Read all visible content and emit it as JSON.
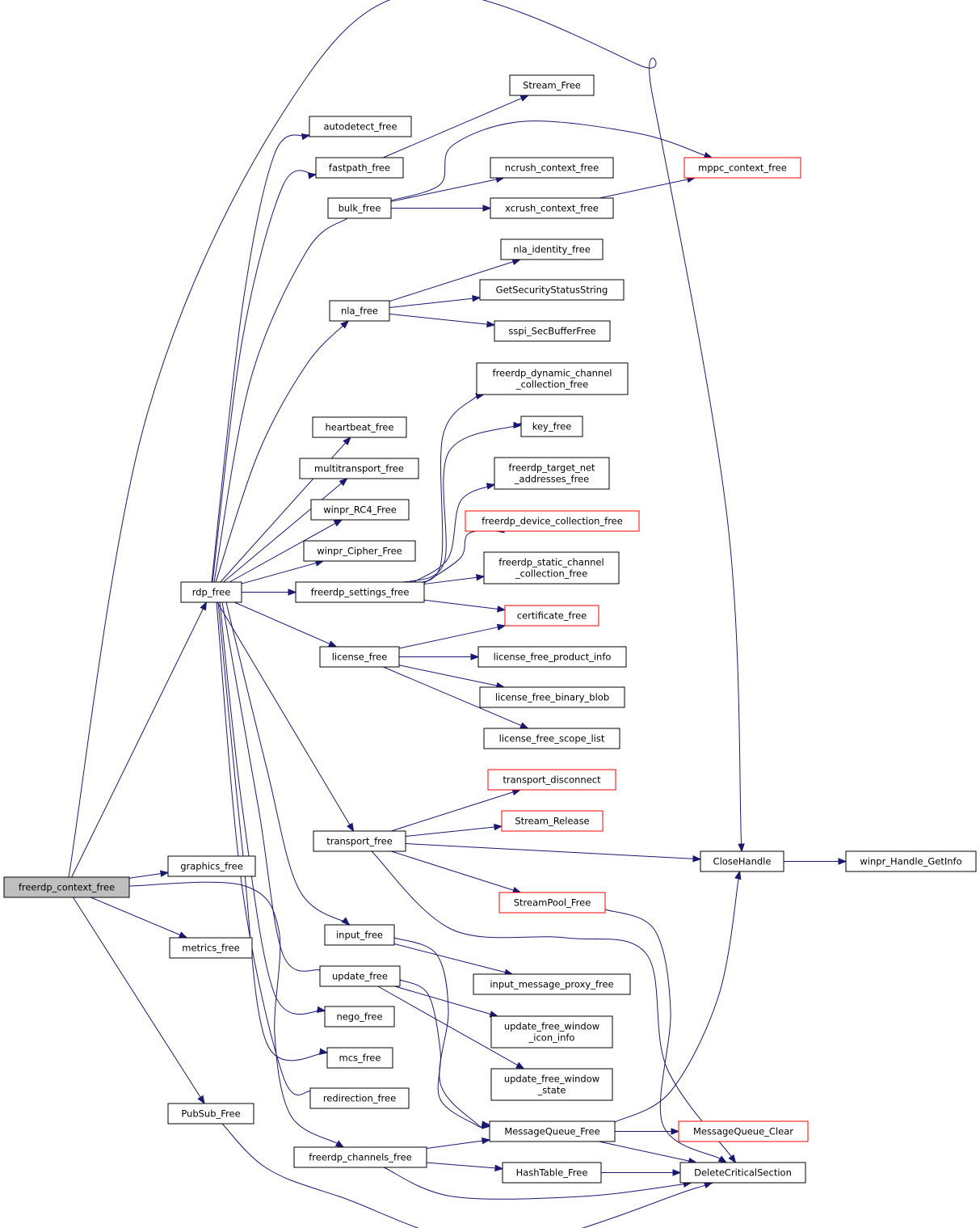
{
  "diagram": {
    "colors": {
      "edge": "#191970",
      "border": "#000000",
      "incomplete_border": "#ff0000",
      "root_fill": "#bfbfbf"
    },
    "nodes": [
      {
        "id": "freerdp_context_free",
        "lines": [
          "freerdp_context_free"
        ],
        "style": "root"
      },
      {
        "id": "rdp_free",
        "lines": [
          "rdp_free"
        ]
      },
      {
        "id": "graphics_free",
        "lines": [
          "graphics_free"
        ]
      },
      {
        "id": "metrics_free",
        "lines": [
          "metrics_free"
        ]
      },
      {
        "id": "PubSub_Free",
        "lines": [
          "PubSub_Free"
        ]
      },
      {
        "id": "autodetect_free",
        "lines": [
          "autodetect_free"
        ]
      },
      {
        "id": "fastpath_free",
        "lines": [
          "fastpath_free"
        ]
      },
      {
        "id": "bulk_free",
        "lines": [
          "bulk_free"
        ]
      },
      {
        "id": "nla_free",
        "lines": [
          "nla_free"
        ]
      },
      {
        "id": "heartbeat_free",
        "lines": [
          "heartbeat_free"
        ]
      },
      {
        "id": "multitransport_free",
        "lines": [
          "multitransport_free"
        ]
      },
      {
        "id": "winpr_RC4_Free",
        "lines": [
          "winpr_RC4_Free"
        ]
      },
      {
        "id": "winpr_Cipher_Free",
        "lines": [
          "winpr_Cipher_Free"
        ]
      },
      {
        "id": "freerdp_settings_free",
        "lines": [
          "freerdp_settings_free"
        ]
      },
      {
        "id": "license_free",
        "lines": [
          "license_free"
        ]
      },
      {
        "id": "transport_free",
        "lines": [
          "transport_free"
        ]
      },
      {
        "id": "input_free",
        "lines": [
          "input_free"
        ]
      },
      {
        "id": "update_free",
        "lines": [
          "update_free"
        ]
      },
      {
        "id": "nego_free",
        "lines": [
          "nego_free"
        ]
      },
      {
        "id": "mcs_free",
        "lines": [
          "mcs_free"
        ]
      },
      {
        "id": "redirection_free",
        "lines": [
          "redirection_free"
        ]
      },
      {
        "id": "freerdp_channels_free",
        "lines": [
          "freerdp_channels_free"
        ]
      },
      {
        "id": "Stream_Free",
        "lines": [
          "Stream_Free"
        ]
      },
      {
        "id": "ncrush_context_free",
        "lines": [
          "ncrush_context_free"
        ]
      },
      {
        "id": "xcrush_context_free",
        "lines": [
          "xcrush_context_free"
        ]
      },
      {
        "id": "mppc_context_free",
        "lines": [
          "mppc_context_free"
        ],
        "style": "red"
      },
      {
        "id": "nla_identity_free",
        "lines": [
          "nla_identity_free"
        ]
      },
      {
        "id": "GetSecurityStatusString",
        "lines": [
          "GetSecurityStatusString"
        ]
      },
      {
        "id": "sspi_SecBufferFree",
        "lines": [
          "sspi_SecBufferFree"
        ]
      },
      {
        "id": "freerdp_dynamic_channel_collection_free",
        "lines": [
          "freerdp_dynamic_channel",
          "_collection_free"
        ]
      },
      {
        "id": "key_free",
        "lines": [
          "key_free"
        ]
      },
      {
        "id": "freerdp_target_net_addresses_free",
        "lines": [
          "freerdp_target_net",
          "_addresses_free"
        ]
      },
      {
        "id": "freerdp_device_collection_free",
        "lines": [
          "freerdp_device_collection_free"
        ],
        "style": "red"
      },
      {
        "id": "freerdp_static_channel_collection_free",
        "lines": [
          "freerdp_static_channel",
          "_collection_free"
        ]
      },
      {
        "id": "certificate_free",
        "lines": [
          "certificate_free"
        ],
        "style": "red"
      },
      {
        "id": "license_free_product_info",
        "lines": [
          "license_free_product_info"
        ]
      },
      {
        "id": "license_free_binary_blob",
        "lines": [
          "license_free_binary_blob"
        ]
      },
      {
        "id": "license_free_scope_list",
        "lines": [
          "license_free_scope_list"
        ]
      },
      {
        "id": "transport_disconnect",
        "lines": [
          "transport_disconnect"
        ],
        "style": "red"
      },
      {
        "id": "Stream_Release",
        "lines": [
          "Stream_Release"
        ],
        "style": "red"
      },
      {
        "id": "StreamPool_Free",
        "lines": [
          "StreamPool_Free"
        ],
        "style": "red"
      },
      {
        "id": "input_message_proxy_free",
        "lines": [
          "input_message_proxy_free"
        ]
      },
      {
        "id": "update_free_window_icon_info",
        "lines": [
          "update_free_window",
          "_icon_info"
        ]
      },
      {
        "id": "update_free_window_state",
        "lines": [
          "update_free_window",
          "_state"
        ]
      },
      {
        "id": "MessageQueue_Free",
        "lines": [
          "MessageQueue_Free"
        ]
      },
      {
        "id": "HashTable_Free",
        "lines": [
          "HashTable_Free"
        ]
      },
      {
        "id": "CloseHandle",
        "lines": [
          "CloseHandle"
        ]
      },
      {
        "id": "winpr_Handle_GetInfo",
        "lines": [
          "winpr_Handle_GetInfo"
        ]
      },
      {
        "id": "MessageQueue_Clear",
        "lines": [
          "MessageQueue_Clear"
        ],
        "style": "red"
      },
      {
        "id": "DeleteCriticalSection",
        "lines": [
          "DeleteCriticalSection"
        ]
      }
    ],
    "edges": [
      [
        "freerdp_context_free",
        "rdp_free"
      ],
      [
        "freerdp_context_free",
        "graphics_free"
      ],
      [
        "freerdp_context_free",
        "metrics_free"
      ],
      [
        "freerdp_context_free",
        "PubSub_Free"
      ],
      [
        "freerdp_context_free",
        "CloseHandle"
      ],
      [
        "freerdp_context_free",
        "freerdp_channels_free"
      ],
      [
        "rdp_free",
        "autodetect_free"
      ],
      [
        "rdp_free",
        "fastpath_free"
      ],
      [
        "rdp_free",
        "bulk_free"
      ],
      [
        "rdp_free",
        "nla_free"
      ],
      [
        "rdp_free",
        "heartbeat_free"
      ],
      [
        "rdp_free",
        "multitransport_free"
      ],
      [
        "rdp_free",
        "winpr_RC4_Free"
      ],
      [
        "rdp_free",
        "winpr_Cipher_Free"
      ],
      [
        "rdp_free",
        "freerdp_settings_free"
      ],
      [
        "rdp_free",
        "license_free"
      ],
      [
        "rdp_free",
        "transport_free"
      ],
      [
        "rdp_free",
        "input_free"
      ],
      [
        "rdp_free",
        "update_free"
      ],
      [
        "rdp_free",
        "nego_free"
      ],
      [
        "rdp_free",
        "mcs_free"
      ],
      [
        "rdp_free",
        "redirection_free"
      ],
      [
        "fastpath_free",
        "Stream_Free"
      ],
      [
        "bulk_free",
        "mppc_context_free"
      ],
      [
        "bulk_free",
        "ncrush_context_free"
      ],
      [
        "bulk_free",
        "xcrush_context_free"
      ],
      [
        "xcrush_context_free",
        "mppc_context_free"
      ],
      [
        "nla_free",
        "nla_identity_free"
      ],
      [
        "nla_free",
        "GetSecurityStatusString"
      ],
      [
        "nla_free",
        "sspi_SecBufferFree"
      ],
      [
        "freerdp_settings_free",
        "freerdp_dynamic_channel_collection_free"
      ],
      [
        "freerdp_settings_free",
        "key_free"
      ],
      [
        "freerdp_settings_free",
        "freerdp_target_net_addresses_free"
      ],
      [
        "freerdp_settings_free",
        "freerdp_device_collection_free"
      ],
      [
        "freerdp_settings_free",
        "freerdp_static_channel_collection_free"
      ],
      [
        "freerdp_settings_free",
        "certificate_free"
      ],
      [
        "license_free",
        "certificate_free"
      ],
      [
        "license_free",
        "license_free_product_info"
      ],
      [
        "license_free",
        "license_free_binary_blob"
      ],
      [
        "license_free",
        "license_free_scope_list"
      ],
      [
        "transport_free",
        "transport_disconnect"
      ],
      [
        "transport_free",
        "Stream_Release"
      ],
      [
        "transport_free",
        "CloseHandle"
      ],
      [
        "transport_free",
        "StreamPool_Free"
      ],
      [
        "transport_free",
        "DeleteCriticalSection"
      ],
      [
        "StreamPool_Free",
        "DeleteCriticalSection"
      ],
      [
        "input_free",
        "input_message_proxy_free"
      ],
      [
        "input_free",
        "MessageQueue_Free"
      ],
      [
        "update_free",
        "update_free_window_icon_info"
      ],
      [
        "update_free",
        "update_free_window_state"
      ],
      [
        "update_free",
        "MessageQueue_Free"
      ],
      [
        "freerdp_channels_free",
        "MessageQueue_Free"
      ],
      [
        "freerdp_channels_free",
        "HashTable_Free"
      ],
      [
        "freerdp_channels_free",
        "DeleteCriticalSection"
      ],
      [
        "MessageQueue_Free",
        "CloseHandle"
      ],
      [
        "MessageQueue_Free",
        "MessageQueue_Clear"
      ],
      [
        "MessageQueue_Free",
        "DeleteCriticalSection"
      ],
      [
        "HashTable_Free",
        "DeleteCriticalSection"
      ],
      [
        "CloseHandle",
        "winpr_Handle_GetInfo"
      ],
      [
        "PubSub_Free",
        "DeleteCriticalSection"
      ]
    ]
  }
}
